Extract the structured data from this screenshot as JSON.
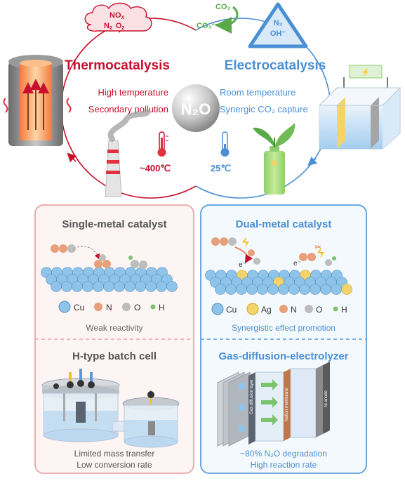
{
  "top": {
    "center_label": "N₂O",
    "thermo": {
      "title": "Thermocatalysis",
      "line1": "High temperature",
      "line2": "Secondary pollution",
      "temp": "~400℃",
      "cloud": [
        "NO",
        "X",
        "N",
        "2",
        "O",
        "2"
      ]
    },
    "electro": {
      "title": "Electrocatalysis",
      "line1": "Room temperature",
      "line2": "Synergic CO₂ capture",
      "temp": "25℃",
      "co2": "CO₂",
      "co3": "CO₃²⁻",
      "triangle_line1": "N₂",
      "triangle_line2": "OH⁻"
    }
  },
  "panels": {
    "single": {
      "title": "Single-metal catalyst",
      "legend": [
        "Cu",
        "N",
        "O",
        "H"
      ],
      "caption": "Weak reactivity"
    },
    "dual": {
      "title": "Dual-metal catalyst",
      "legend": [
        "Cu",
        "Ag",
        "N",
        "O",
        "H"
      ],
      "caption": "Synergistic effect promotion",
      "electron": "e⁻"
    },
    "htype": {
      "title": "H-type batch cell",
      "caption1": "Limited mass transfer",
      "caption2": "Low conversion rate"
    },
    "gde": {
      "title": "Gas-diffusion-electrolyzer",
      "caption1": "~80% N₂O degradation",
      "caption2": "High reaction rate",
      "layer_gas": "Gas diffusion layer",
      "layer_membrane": "Nafion membrane",
      "layer_anode": "Ni anode"
    }
  },
  "colors": {
    "thermo": "#c8102e",
    "electro": "#4a8fd4",
    "cu": "#8fc4ea",
    "ag": "#f3d46a",
    "n": "#e8a07a",
    "o": "#a8a8a8",
    "h": "#7cc36e"
  }
}
